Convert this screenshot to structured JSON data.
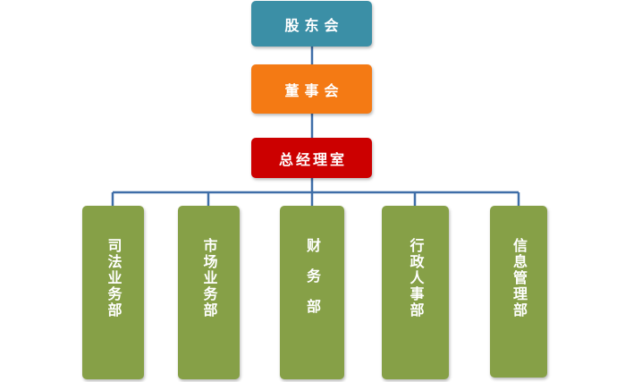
{
  "org_chart": {
    "shareholders": "股东会",
    "board": "董事会",
    "general_manager": "总经理室",
    "departments": [
      "司法业务部",
      "市场业务部",
      "财务部",
      "行政人事部",
      "信息管理部"
    ]
  },
  "colors": {
    "shareholders": "#3b8fa6",
    "board": "#f47a14",
    "general_manager": "#cc0000",
    "departments": "#86a047",
    "connector": "#3f6ea8"
  }
}
